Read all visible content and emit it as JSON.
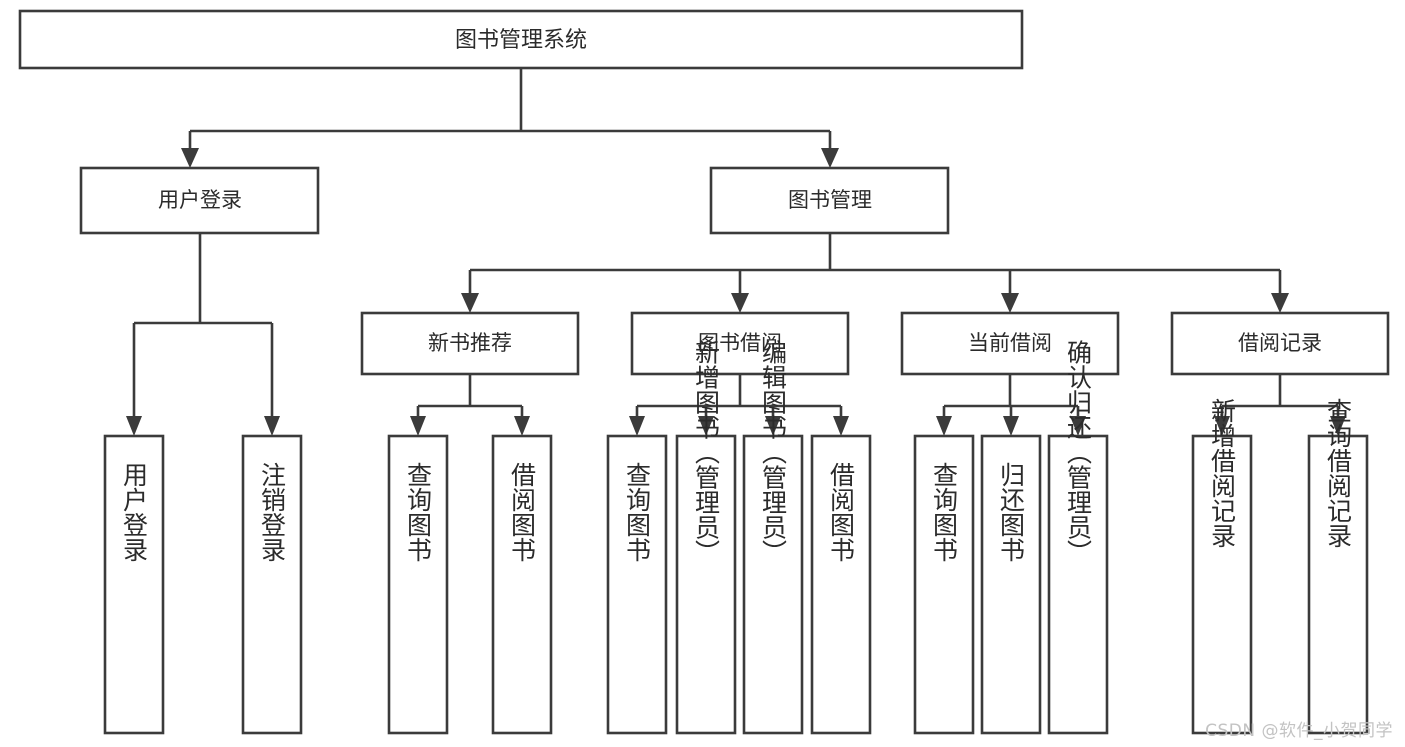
{
  "diagram": {
    "title": "图书管理系统",
    "type": "tree-hierarchy-diagram",
    "colors": {
      "box_stroke": "#3b3b3b",
      "box_fill": "#ffffff",
      "text": "#2b2b2b",
      "background": "#ffffff",
      "watermark": "#c3c3c3"
    },
    "root": {
      "label": "图书管理系统"
    },
    "level2": [
      {
        "label": "用户登录"
      },
      {
        "label": "图书管理"
      }
    ],
    "level3": [
      {
        "label": "新书推荐"
      },
      {
        "label": "图书借阅"
      },
      {
        "label": "当前借阅"
      },
      {
        "label": "借阅记录"
      }
    ],
    "leaves": {
      "user_login": [
        {
          "label": "用户登录"
        },
        {
          "label": "注销登录"
        }
      ],
      "new_book_recommend": [
        {
          "label": "查询图书"
        },
        {
          "label": "借阅图书"
        }
      ],
      "book_borrow": [
        {
          "label": "查询图书"
        },
        {
          "label": "新增图书（管理员）"
        },
        {
          "label": "编辑图书（管理员）"
        },
        {
          "label": "借阅图书"
        }
      ],
      "current_borrow": [
        {
          "label": "查询图书"
        },
        {
          "label": "归还图书"
        },
        {
          "label": "确认归还（管理员）"
        }
      ],
      "borrow_record": [
        {
          "label": "新增借阅记录"
        },
        {
          "label": "查询借阅记录"
        }
      ]
    }
  },
  "watermark": {
    "text": "CSDN @软件_小贺同学"
  }
}
